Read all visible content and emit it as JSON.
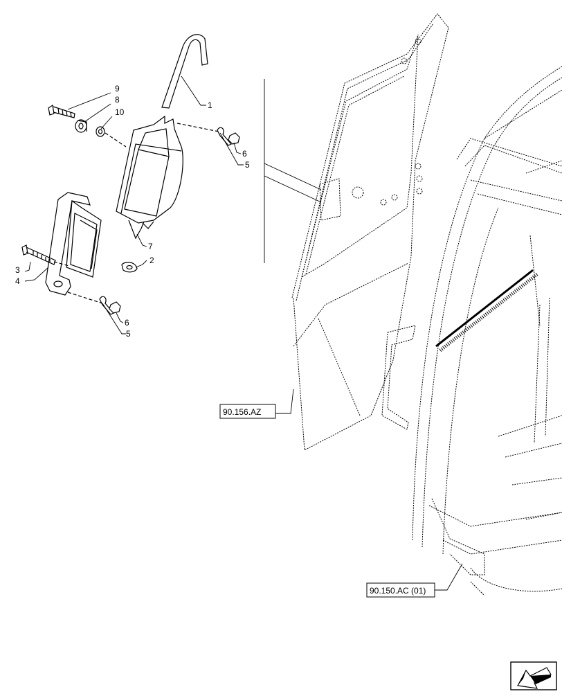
{
  "callouts": {
    "c1": "1",
    "c2": "2",
    "c3": "3",
    "c4": "4",
    "c5a": "5",
    "c5b": "5",
    "c6a": "6",
    "c6b": "6",
    "c7": "7",
    "c8": "8",
    "c9": "9",
    "c10": "10"
  },
  "references": {
    "door": "90.156.AZ",
    "cab": "90.150.AC (01)"
  },
  "icons": {
    "nav": "arrow-back-icon"
  }
}
